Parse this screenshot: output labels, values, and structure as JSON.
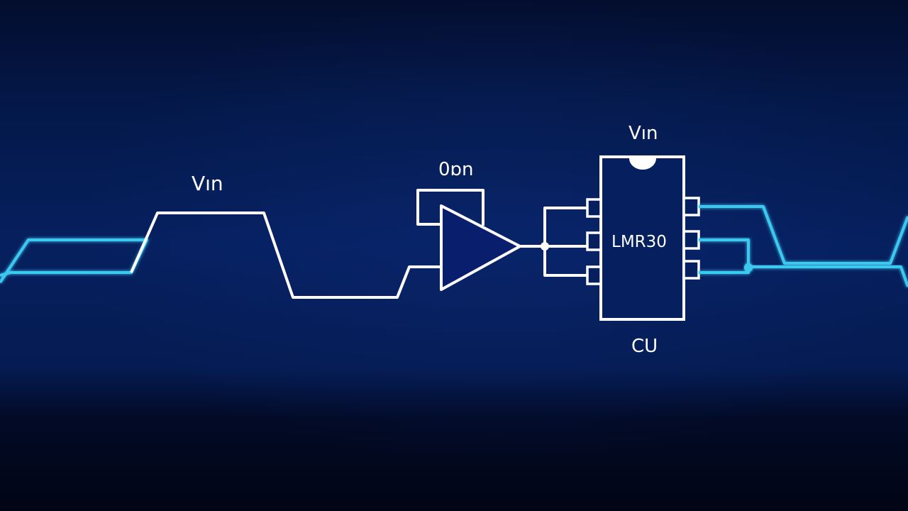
{
  "labels": {
    "vin_left": "Vın",
    "opamp_label": "0ɒn",
    "vin_top": "Vın",
    "ic_part": "LMR30",
    "ic_bottom": "CU"
  },
  "colors": {
    "background": "#06205f",
    "wire_white": "#ffffff",
    "wire_cyan": "#3cc8f0",
    "opamp_fill": "#0a1e6e"
  }
}
